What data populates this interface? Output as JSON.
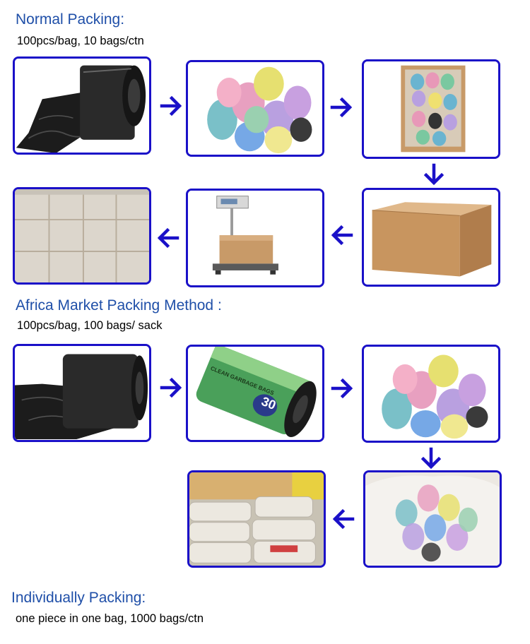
{
  "sections": {
    "normal": {
      "title": "Normal Packing:",
      "subtitle": "100pcs/bag, 10 bags/ctn"
    },
    "africa": {
      "title": "Africa Market Packing Method :",
      "subtitle": "100pcs/bag, 100 bags/ sack"
    },
    "individual": {
      "title": "Individually Packing:",
      "subtitle": "one piece in one bag, 1000 bags/ctn"
    }
  },
  "label_roll": {
    "brand_line": "CLEAN GARBAGE BAGS",
    "count": "30"
  },
  "colors": {
    "heading": "#1f4fa8",
    "frame": "#1a10c8",
    "arrow": "#1a10c8"
  },
  "icons": {
    "flow_arrow": "arrow-icon"
  }
}
